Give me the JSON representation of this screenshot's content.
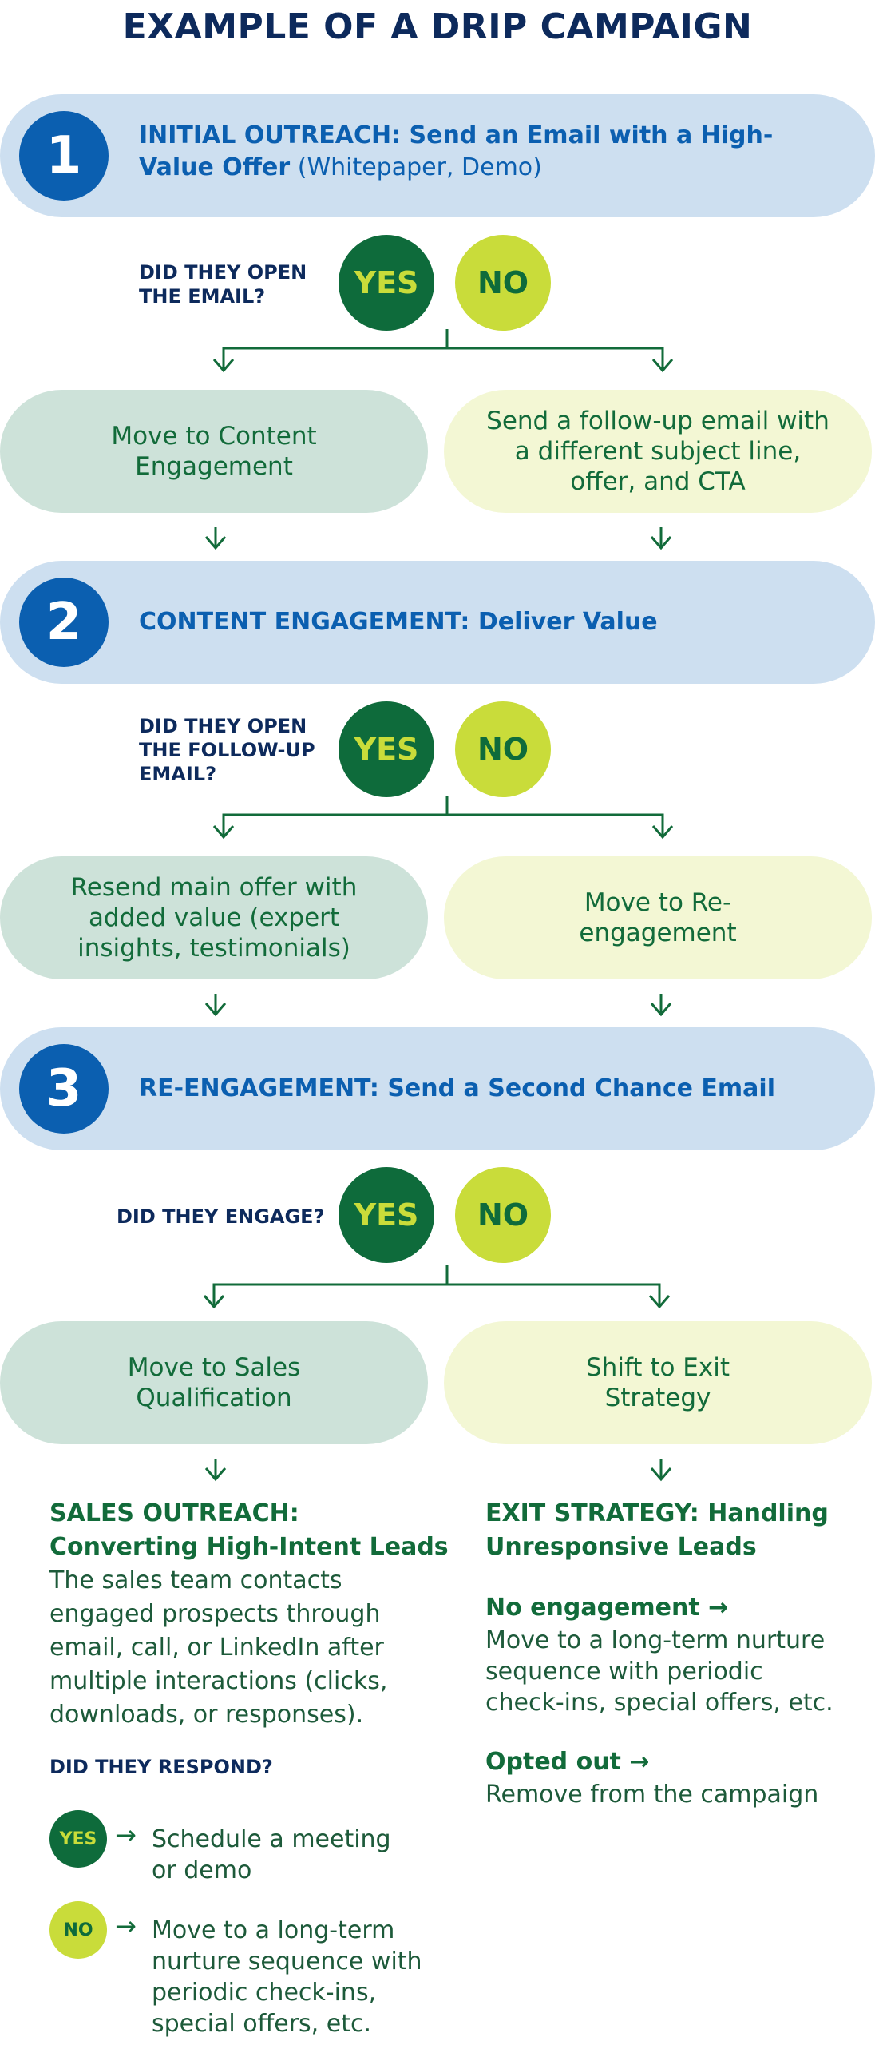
{
  "title": "EXAMPLE OF A DRIP CAMPAIGN",
  "steps": [
    {
      "number": "1",
      "label_bold": "INITIAL OUTREACH: Send an Email with a High-Value Offer",
      "label_rest": " (Whitepaper, Demo)"
    },
    {
      "number": "2",
      "label_bold": "CONTENT ENGAGEMENT: Deliver Value",
      "label_rest": ""
    },
    {
      "number": "3",
      "label_bold": "RE-ENGAGEMENT: Send a Second Chance Email",
      "label_rest": ""
    }
  ],
  "decisions": [
    {
      "question_line1": "DID THEY OPEN",
      "question_line2": "THE EMAIL?",
      "question_line3": "",
      "yes": "YES",
      "no": "NO"
    },
    {
      "question_line1": "DID THEY OPEN",
      "question_line2": "THE FOLLOW-UP",
      "question_line3": "EMAIL?",
      "yes": "YES",
      "no": "NO"
    },
    {
      "question_line1": "DID THEY ENGAGE?",
      "question_line2": "",
      "question_line3": "",
      "yes": "YES",
      "no": "NO"
    }
  ],
  "outcomes": [
    {
      "yes_text": "Move to Content Engagement",
      "no_text": "Send a follow-up email with a different subject line, offer, and CTA"
    },
    {
      "yes_text": "Resend main offer with added value (expert insights, testimonials)",
      "no_text": "Move to Re-engagement"
    },
    {
      "yes_text": "Move to Sales Qualification",
      "no_text": "Shift to Exit Strategy"
    }
  ],
  "sales": {
    "heading": "SALES OUTREACH: Converting High-Intent Leads",
    "body": "The sales team contacts engaged prospects through email, call, or LinkedIn after multiple interactions (clicks, downloads, or responses).",
    "question": "DID THEY RESPOND?",
    "yes_label": "YES",
    "yes_text": "Schedule a meeting or demo",
    "no_label": "NO",
    "no_text": "Move to a long-term nurture sequence with periodic check-ins, special offers, etc."
  },
  "exit": {
    "heading": "EXIT STRATEGY: Handling Unresponsive Leads",
    "case1_title": "No engagement →",
    "case1_text": "Move to a long-term nurture sequence with periodic check-ins, special offers, etc.",
    "case2_title": "Opted out →",
    "case2_text": "Remove from the campaign"
  },
  "arrow_glyph": "→",
  "colors": {
    "navy": "#0d2a5c",
    "blue": "#0b5fb0",
    "band": "#cddff0",
    "dark_green": "#0e6b3b",
    "lime": "#c9dc3a",
    "pale_green": "#cde2d9",
    "pale_lime": "#f3f7d4"
  }
}
